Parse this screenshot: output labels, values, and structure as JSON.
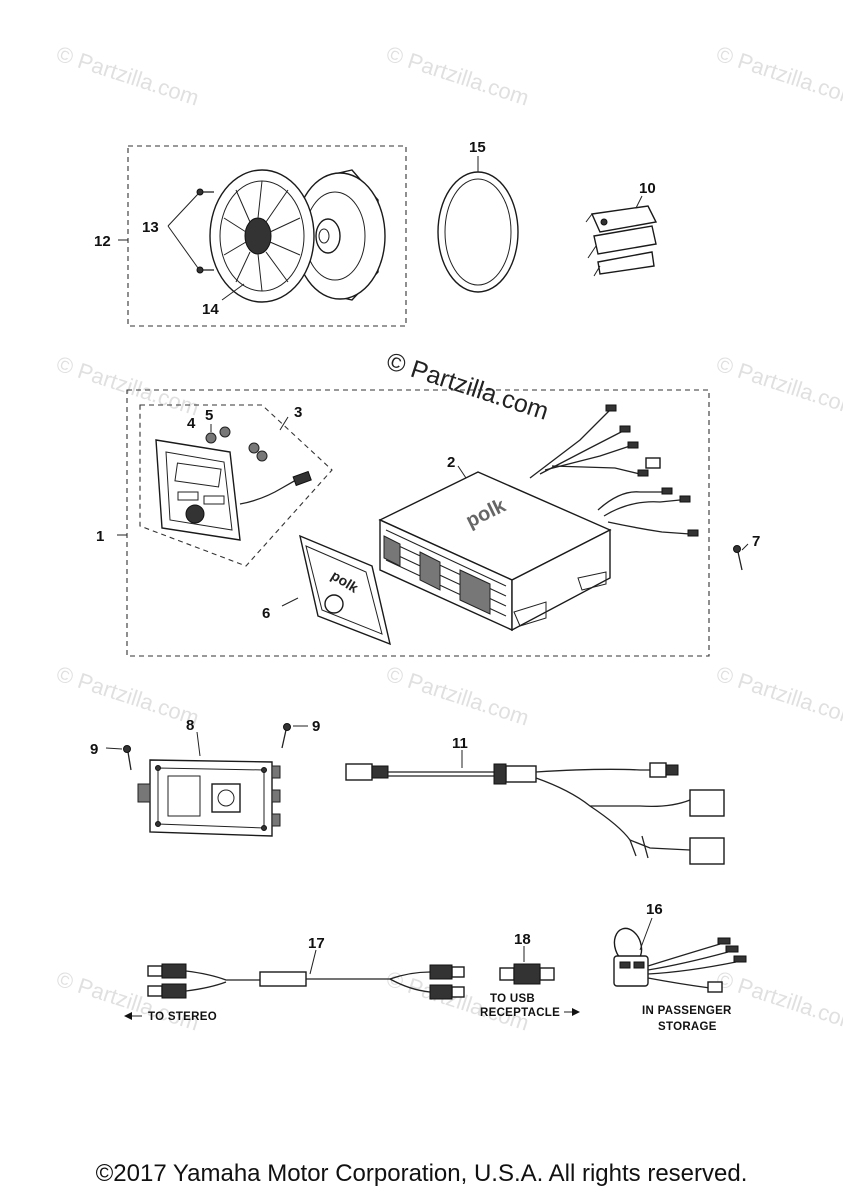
{
  "watermarks": {
    "small": "© Partzilla.com",
    "main": "© Partzilla.com"
  },
  "callouts": {
    "c1": "1",
    "c2": "2",
    "c3": "3",
    "c4": "4",
    "c5": "5",
    "c6": "6",
    "c7": "7",
    "c8": "8",
    "c9a": "9",
    "c9b": "9",
    "c10": "10",
    "c11": "11",
    "c12": "12",
    "c13": "13",
    "c14": "14",
    "c15": "15",
    "c16": "16",
    "c17": "17",
    "c18": "18"
  },
  "notes": {
    "to_stereo": "TO STEREO",
    "to_usb_1": "TO USB",
    "to_usb_2": "RECEPTACLE",
    "passenger_1": "IN PASSENGER",
    "passenger_2": "STORAGE"
  },
  "brand_marks": {
    "amp_logo": "polk",
    "remote_logo": "polk"
  },
  "footer": {
    "copyright": "©2017 Yamaha Motor Corporation, U.S.A. All rights reserved."
  }
}
